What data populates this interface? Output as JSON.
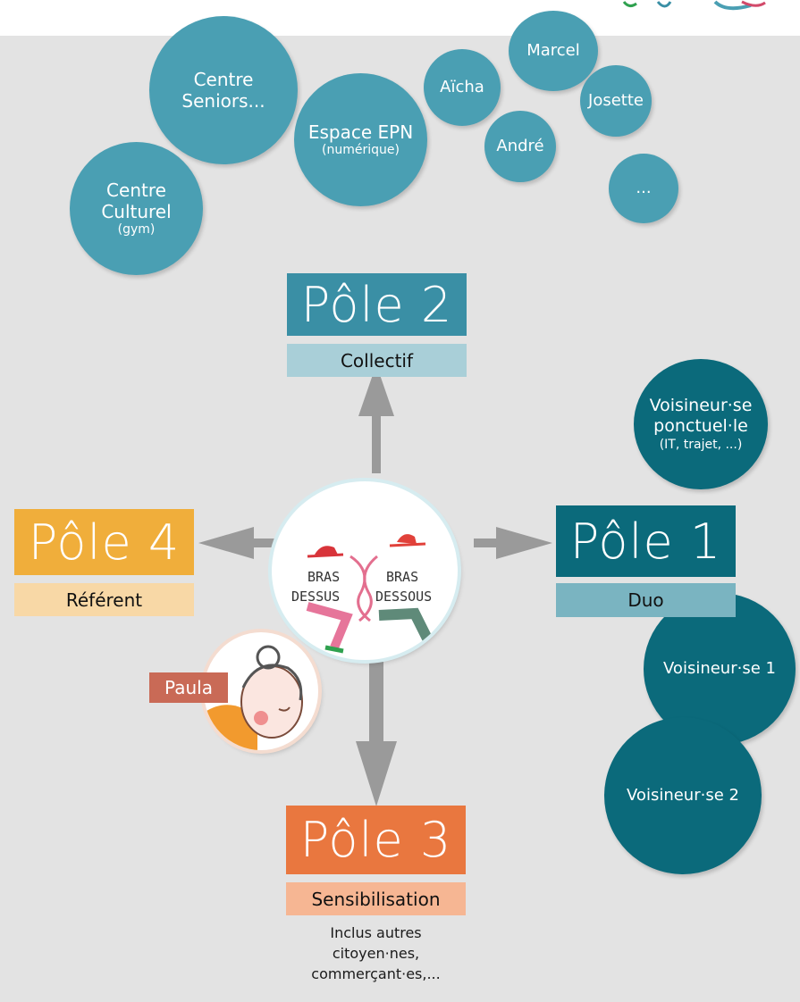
{
  "colors": {
    "background": "#e3e3e3",
    "circle_light": "#4a9fb3",
    "circle_dark": "#0b6a7b",
    "pole1": "#0b6a7b",
    "pole1_sub": "#7ab4c1",
    "pole2": "#3a8fa5",
    "pole2_sub": "#a9cfd8",
    "pole3": "#e9773f",
    "pole3_sub": "#f6b693",
    "pole4": "#f0ae3b",
    "pole4_sub": "#f8d8a6",
    "arrow": "#9a9a9a",
    "name_tag": "#c96a56"
  },
  "circles": {
    "centre_seniors": "Centre\nSeniors...",
    "espace_epn": {
      "title": "Espace EPN",
      "sub": "(numérique)"
    },
    "centre_culturel": {
      "title": "Centre\nCulturel",
      "sub": "(gym)"
    },
    "aicha": "Aïcha",
    "marcel": "Marcel",
    "josette": "Josette",
    "andre": "André",
    "etc": "...",
    "voisineur_ponctuel": {
      "title": "Voisineur·se\nponctuel·le",
      "sub": "(IT, trajet, ...)"
    },
    "voisineur_1": "Voisineur·se 1",
    "voisineur_2": "Voisineur·se 2"
  },
  "poles": {
    "pole1": {
      "title": "Pôle 1",
      "sub": "Duo"
    },
    "pole2": {
      "title": "Pôle 2",
      "sub": "Collectif"
    },
    "pole3": {
      "title": "Pôle 3",
      "sub": "Sensibilisation"
    },
    "pole4": {
      "title": "Pôle 4",
      "sub": "Référent"
    }
  },
  "pole3_note": "Inclus autres\ncitoyen·nes,\ncommerçant·es,...",
  "logo": {
    "line1_left": "BRAS",
    "line2_left": "DESSUS",
    "line1_right": "BRAS",
    "line2_right": "DESSOUS"
  },
  "referent_name": "Paula"
}
